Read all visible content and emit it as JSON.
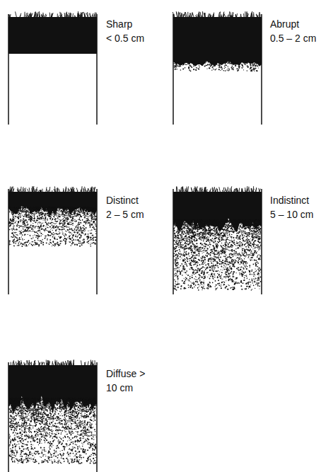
{
  "diagram": {
    "labels": [
      "Sharp",
      "< 0.5 cm",
      "Abrupt",
      "0.5 – 2 cm",
      "Distinct",
      "2 – 5 cm",
      "Indistinct",
      "5 – 10 cm",
      "Diffuse >",
      "10 cm"
    ]
  }
}
